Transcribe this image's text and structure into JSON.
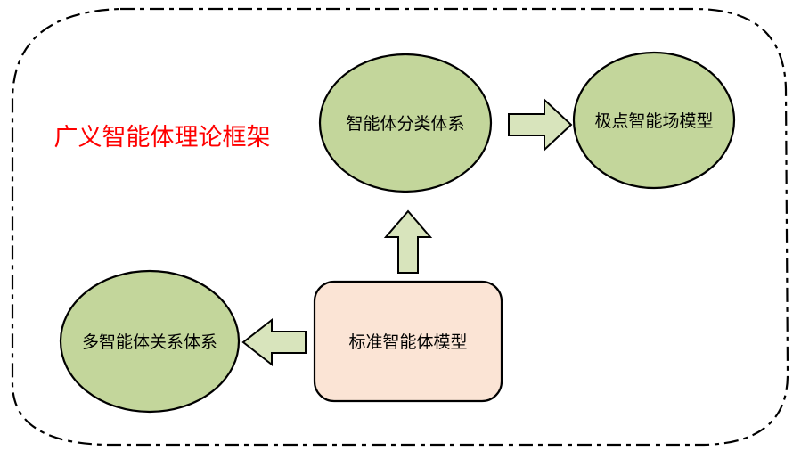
{
  "frame": {
    "title": "广义智能体理论框架"
  },
  "nodes": {
    "classification": {
      "label": "智能体分类体系"
    },
    "polar_field": {
      "label": "极点智能场模型"
    },
    "standard_model": {
      "label": "标准智能体模型"
    },
    "multi_relation": {
      "label": "多智能体关系体系"
    }
  },
  "colors": {
    "ellipse_fill": "#c3d69b",
    "ellipse_fill_light": "#c4d79b",
    "box_fill": "#fbe4d5",
    "arrow_fill": "#d8e4bc",
    "stroke": "#000000",
    "title": "#ff0000"
  }
}
